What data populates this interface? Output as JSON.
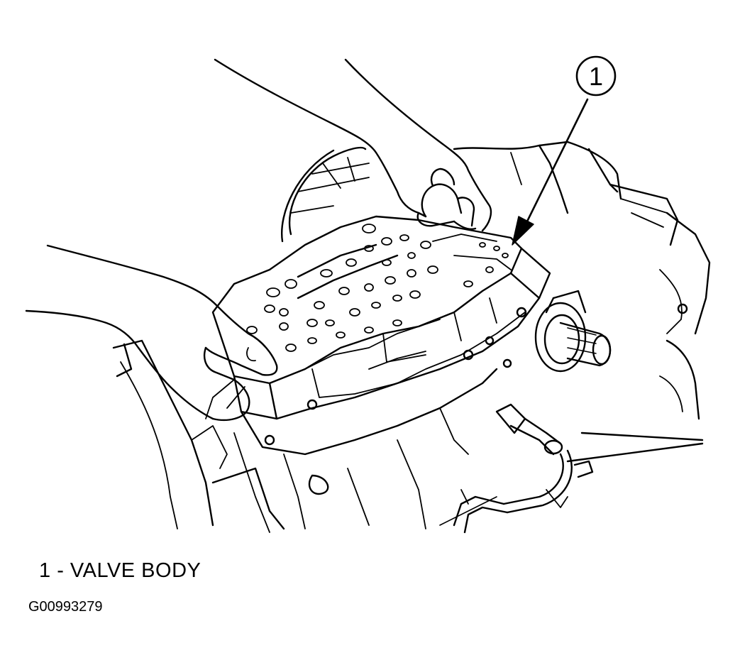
{
  "callouts": [
    {
      "number": "1",
      "label": "VALVE BODY"
    }
  ],
  "legend": {
    "number": "1",
    "separator": " - ",
    "label": "VALVE BODY"
  },
  "figure_id": "G00993279",
  "colors": {
    "ink": "#000000",
    "paper": "#ffffff"
  }
}
